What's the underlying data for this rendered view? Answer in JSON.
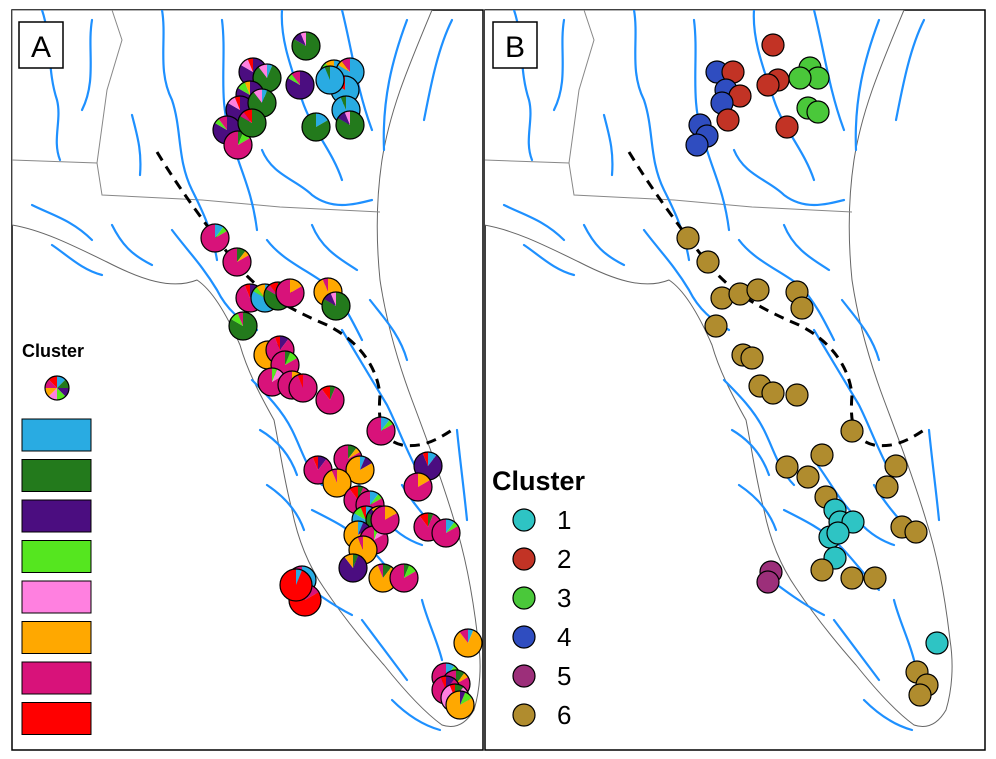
{
  "panels": {
    "a": {
      "label": "A"
    },
    "b": {
      "label": "B"
    }
  },
  "legend_a": {
    "title": "Cluster",
    "swatch_colors": [
      "#29abe2",
      "#237a1c",
      "#4b0d80",
      "#55e61f",
      "#ff80e0",
      "#ffa800",
      "#d8127a",
      "#ff0000"
    ]
  },
  "legend_b": {
    "title": "Cluster",
    "items": [
      {
        "label": "1",
        "color": "#2ec4c4"
      },
      {
        "label": "2",
        "color": "#c23325"
      },
      {
        "label": "3",
        "color": "#4ac83a"
      },
      {
        "label": "4",
        "color": "#2f4dc0"
      },
      {
        "label": "5",
        "color": "#9c2f7a"
      },
      {
        "label": "6",
        "color": "#b08c2e"
      }
    ]
  },
  "colors": {
    "rivers": "#1e90ff",
    "state_border": "#777777",
    "coast": "#666666",
    "barrier_line": "#000000"
  }
}
